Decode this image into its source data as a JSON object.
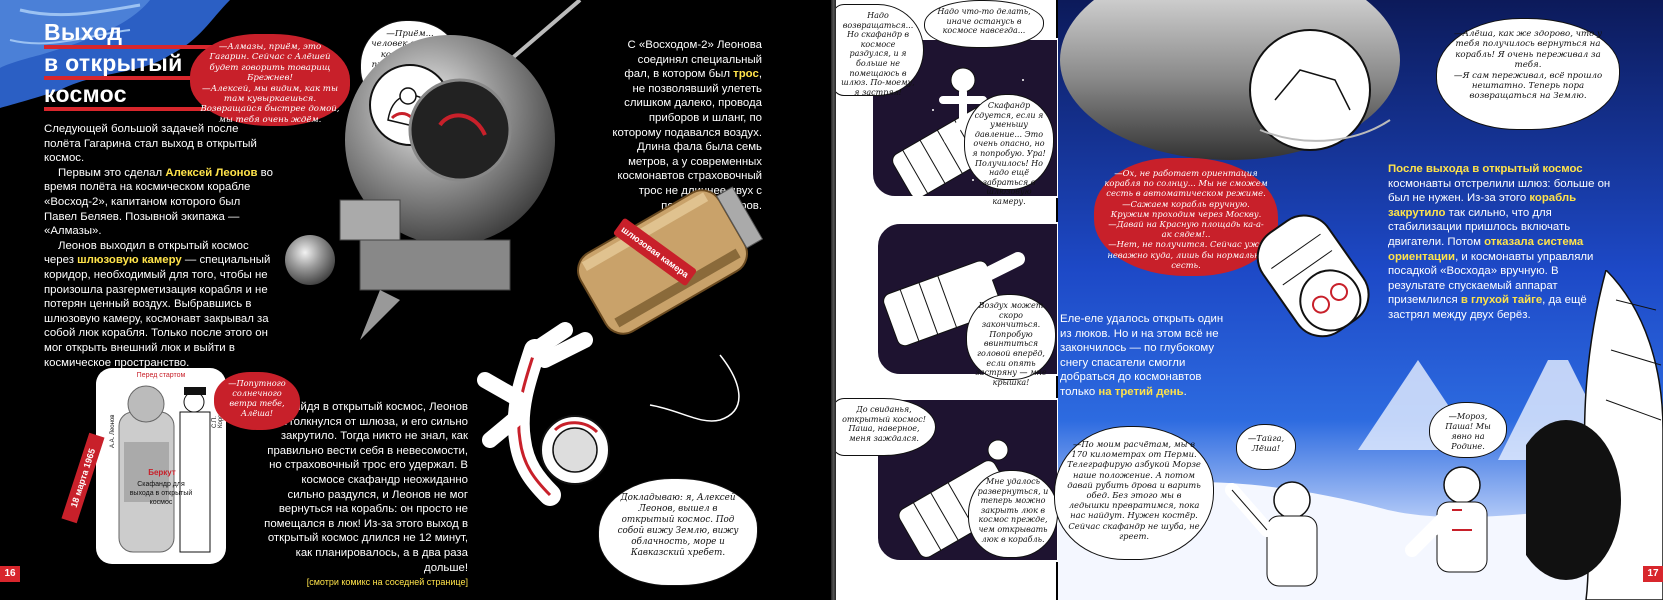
{
  "left_page": {
    "title_lines": [
      "Выход",
      "в открытый",
      "космос"
    ],
    "intro_paragraphs": [
      "Следующей большой задачей после полёта Гагарина стал выход в открытый космос."
    ],
    "p2_a": "Первым это сделал ",
    "p2_hl": "Алексей Леонов",
    "p2_b": " во время полёта на космическом корабле «Восход-2», капитаном которого был Павел Беляев. Позывной экипажа — «Алмазы».",
    "p3_a": "Леонов выходил в открытый космос через ",
    "p3_hl": "шлюзовую камеру",
    "p3_b": " — специальный коридор, необходимый для того, чтобы не произошла разгерметизация корабля и не потерян ценный воздух. Выбравшись в шлюзовую камеру, космонавт закрывал за собой люк корабля. Только после этого он мог открыть внешний люк и выйти в космическое пространство.",
    "bubble_almazy": "—Алмазы, приём, это Гагарин. Сейчас с Алёшей будет говорить товарищ Брежнев!\n—Алексей, мы видим, как ты там кувыркаешься. Возвращайся быстрее домой, мы тебя очень ждём.",
    "bubble_priyom": "—Приём... человек вышел в космическое пространство и находится в свободном плавании!",
    "tros_a": "С «Восходом-2» Леонова соединял специальный фал, в котором был ",
    "tros_hl": "трос",
    "tros_b": ", не позволявший улететь слишком далеко, провода приборов и шланг, по которому подавался воздух. Длина фала была семь метров, а у современных космонавтов страховочный трос не длиннее двух с половиной метров.",
    "airlock_label": "шлюзовая камера",
    "exit_paragraph": "Выйдя в открытый космос, Леонов оттолкнулся от шлюза, и его сильно закрутило. Тогда никто не знал, как правильно вести себя в невесомости, но страховочный трос его удержал. В космосе скафандр неожиданно сильно раздулся, и Леонов не мог вернуться на корабль: он просто не помещался в люк! Из-за этого выход в открытый космос длился не 12 минут, как планировалось, а в два раза дольше!",
    "see_comic": "[смотри комикс на соседней странице]",
    "before_start": "Перед стартом",
    "date_vertical": "18 марта 1965",
    "name_leonov": "А.А. Леонов",
    "name_korolev": "С.П. Королёв",
    "suit_label_title": "Беркут",
    "suit_label_text": "Скафандр для выхода в открытый космос",
    "bubble_wind": "—Попутного солнечного ветра тебе, Алёша!",
    "bubble_report": "Докладываю: я, Алексей Леонов, вышел в открытый космос. Под собой вижу Землю, вижу облачность, море и Кавказский хребет.",
    "page_number": "16"
  },
  "right_page": {
    "c1": "Надо возвращаться... Но скафандр в космосе раздулся, и я больше не помещаюсь в шлюз. По-моему, я застрял!",
    "c2": "Надо что-то делать, иначе останусь в космосе навсегда...",
    "c3": "Скафандр сдуется, если я уменьшу давление... Это очень опасно, но я попробую. Ура! Получилось! Но надо ещё забраться в шлюзовую камеру.",
    "c4": "Воздух может скоро закончиться. Попробую ввинтиться головой вперёд, если опять застряну — мне крышка!",
    "c5": "До свиданья, открытый космос! Паша, наверное, меня заждался.",
    "c6": "Мне удалось развернуться, и теперь можно закрыть люк в космос прежде, чем открывать люк в корабль.",
    "c7": "—Алёша, как же здорово, что у тебя получилось вернуться на корабль! Я очень переживал за тебя.\n—Я сам переживал, всё прошло нештатно. Теперь пора возвращаться на Землю.",
    "c8": "—Ох, не работает ориентация корабля по солнцу... Мы не сможем сесть в автоматическом режиме.\n—Сажаем корабль вручную. Кружим проходим через Москву.\n—Давай на Красную площадь ка-а-ак сядем!..\n—Нет, не получится. Сейчас уже неважно куда, лишь бы нормально сесть.",
    "closed_a": "После выхода в открытый космос",
    "closed_b": " космонавты отстрелили шлюз: больше он был не нужен. Из-за этого ",
    "closed_hl": "корабль закрутило",
    "closed_c": " так сильно, что для стабилизации пришлось включать двигатели. Потом ",
    "closed_hl2": "отказала система ориентации",
    "closed_d": ", и космонавты управляли посадкой «Восхода» вручную. В результате спускаемый аппарат приземлился ",
    "closed_hl3": "в глухой тайге",
    "closed_e": ", да ещё застрял между двух берёз.",
    "landing_a": "Еле-еле удалось открыть один из люков. Но и на этом всё не закончилось — по глубокому снегу спасатели смогли добраться до космонавтов только ",
    "landing_hl": "на третий день",
    "landing_b": ".",
    "c9": "—По моим расчётам, мы в 170 километрах от Перми. Телеграфирую азбукой Морзе наше положение. А потом давай рубить дрова и варить обед. Без этого мы в ледышки превратимся, пока нас найдут. Нужен костёр. Сейчас скафандр не шуба, не греет.",
    "c10": "—Тайга, Лёша!",
    "c11": "—Мороз, Паша! Мы явно на Родине.",
    "page_number": "17"
  },
  "colors": {
    "accent_red": "#d8262c",
    "highlight_yellow": "#ffe34a",
    "space_black": "#000000",
    "sky_blue": "#1a3fb8"
  }
}
